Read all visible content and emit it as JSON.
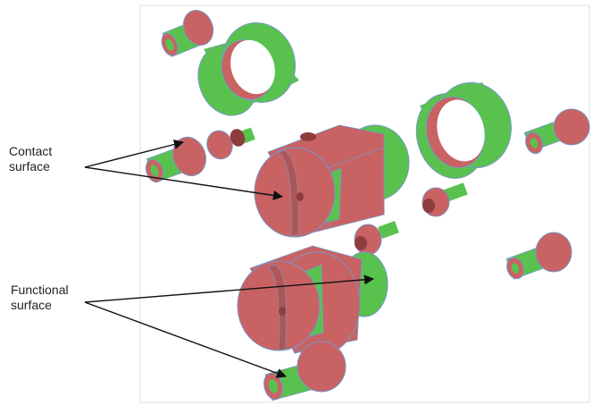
{
  "labels": {
    "contact": {
      "line1": "Contact",
      "line2": "surface"
    },
    "functional": {
      "line1": "Functional",
      "line2": "surface"
    }
  },
  "colors": {
    "red_part": "#c96263",
    "red_dark": "#8e3d3f",
    "green_part": "#59c24f",
    "green_dark": "#2e8a2f",
    "outline": "#7a96c8",
    "arrow": "#111111",
    "frame": "#dddddd"
  }
}
